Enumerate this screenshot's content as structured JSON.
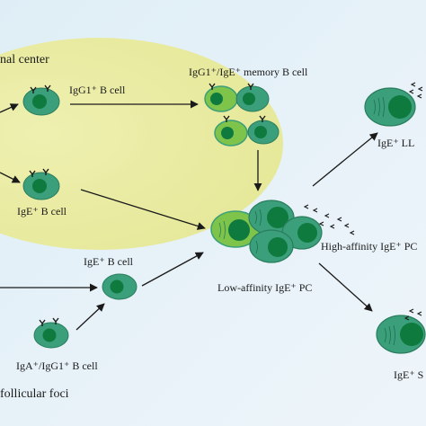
{
  "colors": {
    "background": "#e4eff6",
    "germinal_fill": "#e9eaa6",
    "cell_outer_dark": "#3a9f7a",
    "cell_outer_light": "#7fc44a",
    "nucleus": "#0f7a3e",
    "arrow": "#1a1a1a"
  },
  "labels": {
    "germinal_center": "nal center",
    "igg1_b_cell": "IgG1⁺ B cell",
    "memory_b_cell": "IgG1⁺/IgE⁺ memory B cell",
    "ige_b_cell_top": "IgE⁺ B cell",
    "ige_b_cell_mid": "IgE⁺ B cell",
    "iga_igg1_b_cell": "IgA⁺/IgG1⁺ B cell",
    "follicular_foci": "follicular foci",
    "low_affinity_pc": "Low-affinity IgE⁺ PC",
    "high_affinity_pc": "High-affinity IgE⁺ PC",
    "ige_lld": "IgE⁺ LL",
    "ige_s": "IgE⁺ S"
  }
}
